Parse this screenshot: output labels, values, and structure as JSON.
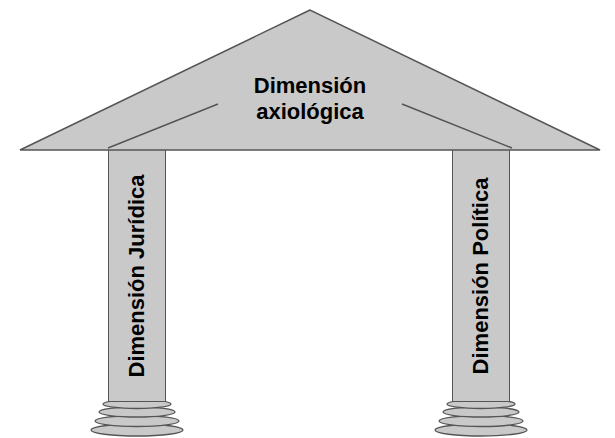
{
  "diagram": {
    "nodes": [
      {
        "text": [
          "Dimensión axiológica"
        ]
      },
      {
        "text": [
          "Dimensión Jurídica"
        ]
      },
      {
        "text": [
          "Dimensión Política"
        ]
      }
    ]
  }
}
